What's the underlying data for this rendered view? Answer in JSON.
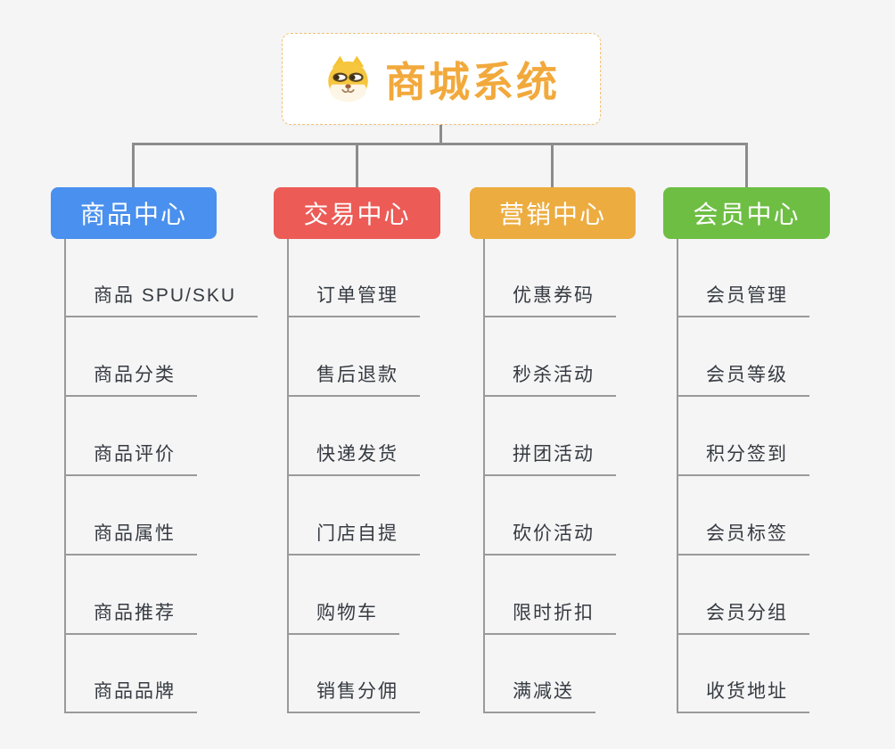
{
  "root": {
    "title": "商城系统",
    "icon": "doge-face-icon"
  },
  "branches": [
    {
      "label": "商品中心",
      "color": "#4a90ee",
      "children": [
        "商品 SPU/SKU",
        "商品分类",
        "商品评价",
        "商品属性",
        "商品推荐",
        "商品品牌"
      ]
    },
    {
      "label": "交易中心",
      "color": "#ec5b56",
      "children": [
        "订单管理",
        "售后退款",
        "快递发货",
        "门店自提",
        "购物车",
        "销售分佣"
      ]
    },
    {
      "label": "营销中心",
      "color": "#edac40",
      "children": [
        "优惠券码",
        "秒杀活动",
        "拼团活动",
        "砍价活动",
        "限时折扣",
        "满减送"
      ]
    },
    {
      "label": "会员中心",
      "color": "#6ebe44",
      "children": [
        "会员管理",
        "会员等级",
        "积分签到",
        "会员标签",
        "会员分组",
        "收货地址"
      ]
    }
  ],
  "colors": {
    "background": "#f5f5f5",
    "root_title": "#f2a93c",
    "root_border": "#f2c277",
    "connector": "#8c8c8c",
    "leaf_underline": "#9a9a9a",
    "leaf_text": "#363b42"
  }
}
